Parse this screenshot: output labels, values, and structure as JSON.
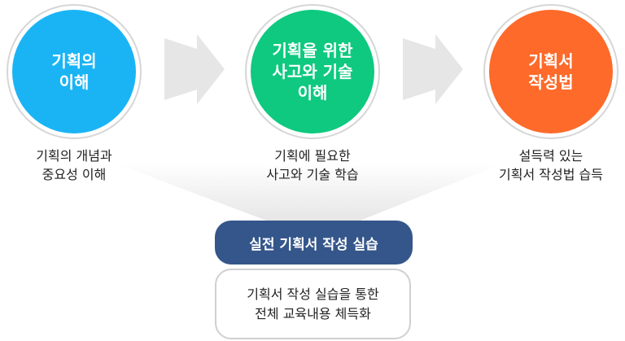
{
  "steps": [
    {
      "title": "기획의\n이해",
      "desc": "기획의 개념과\n중요성 이해",
      "color": "#1ab4f5"
    },
    {
      "title": "기획을 위한\n사고와 기술\n이해",
      "desc": "기획에 필요한\n사고와 기술 학습",
      "color": "#0ec97f"
    },
    {
      "title": "기획서\n작성법",
      "desc": "설득력 있는\n기획서 작성법 습득",
      "color": "#fd6a2a"
    }
  ],
  "result": {
    "title": "실전 기획서 작성 실습",
    "desc": "기획서 작성 실습을 통한\n전체 교육내용 체득화"
  }
}
